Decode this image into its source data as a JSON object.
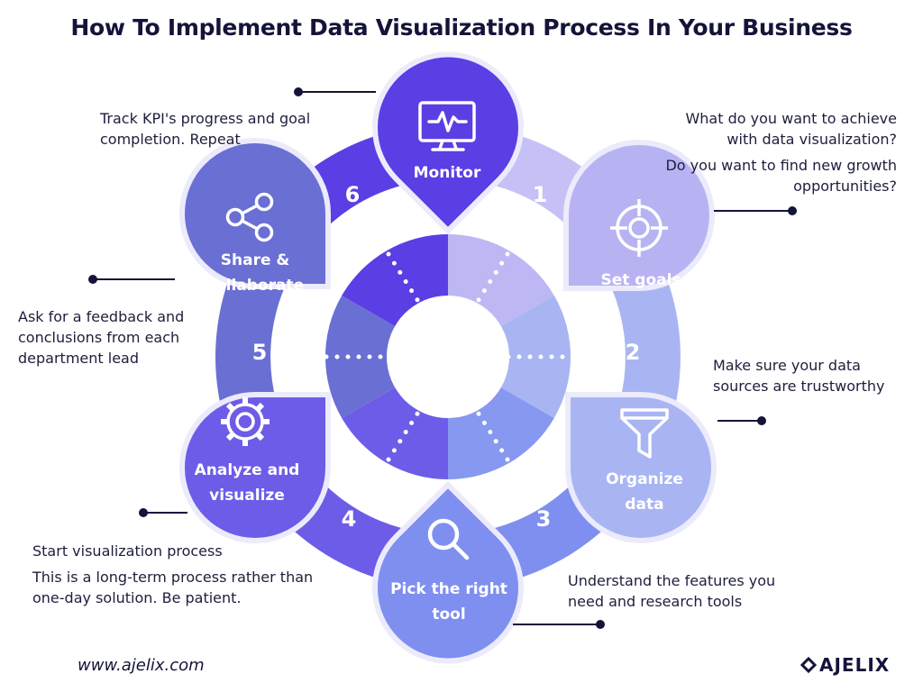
{
  "title": "How To Implement Data Visualization Process In Your Business",
  "steps": [
    {
      "number": "1",
      "title": "Set goals",
      "icon": "target-icon",
      "color": "#b7b3f3"
    },
    {
      "number": "2",
      "title": "Organize data",
      "icon": "funnel-icon",
      "color": "#a9b5f3"
    },
    {
      "number": "3",
      "title": "Pick the right tool",
      "icon": "magnifier-icon",
      "color": "#7e8ff0"
    },
    {
      "number": "4",
      "title": "Analyze and visualize",
      "icon": "gear-icon",
      "color": "#6d5ce8"
    },
    {
      "number": "5",
      "title": "Share & collaborate",
      "icon": "share-icon",
      "color": "#6a6fd4"
    },
    {
      "number": "6",
      "title": "Monitor",
      "icon": "monitor-icon",
      "color": "#5b3ee4"
    }
  ],
  "step_labels": {
    "s1": "Set goals",
    "s2_line1": "Organize",
    "s2_line2": "data",
    "s3_line1": "Pick the right",
    "s3_line2": "tool",
    "s4_line1": "Analyze and",
    "s4_line2": "visualize",
    "s5_line1": "Share &",
    "s5_line2": "collaborate",
    "s6": "Monitor"
  },
  "notes": {
    "step1_a": "What do you want to achieve with data visualization?",
    "step1_b": "Do you want to find new growth opportunities?",
    "step2": "Make sure your data sources are trustworthy",
    "step3": "Understand the features you need and research tools",
    "step4_a": "Start visualization process",
    "step4_b": "This is a long-term process rather than one-day solution. Be patient.",
    "step5": "Ask for a feedback and conclusions from each department lead",
    "step6": "Track KPI's progress and goal completion. Repeat"
  },
  "footer": {
    "url": "www.ajelix.com",
    "logo": "AJELIX"
  }
}
